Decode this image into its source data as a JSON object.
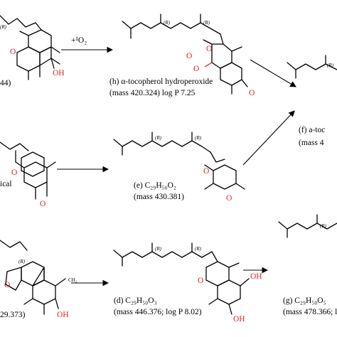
{
  "stereo_label": "(R)",
  "reactions": {
    "singlet_oxygen": "+¹O₂"
  },
  "compounds": {
    "h": {
      "name": "(h) α-tocopherol hydroperoxide",
      "props": "(mass 420.324) log P 7.25"
    },
    "e": {
      "formula": "(e) C₂₉H₅₀O₂",
      "mass": "(mass 430.381)"
    },
    "d": {
      "formula": "(d) C₂₉H₅₀O₃",
      "props": "(mass 446.376; log P 8.02)"
    },
    "g": {
      "formula": "(g) C₂₉H₅₀O₅",
      "mass": "(mass 478.366; l"
    },
    "f": {
      "name": "(f) a-toc",
      "mass": "(mass 4"
    },
    "left_top": {
      "fragment": "44)"
    },
    "left_mid": {
      "fragment": "ical"
    },
    "left_bottom": {
      "fragment": "29.373)"
    }
  },
  "atoms": {
    "oh": "OH",
    "o": "O",
    "ch2": "CH₂"
  }
}
